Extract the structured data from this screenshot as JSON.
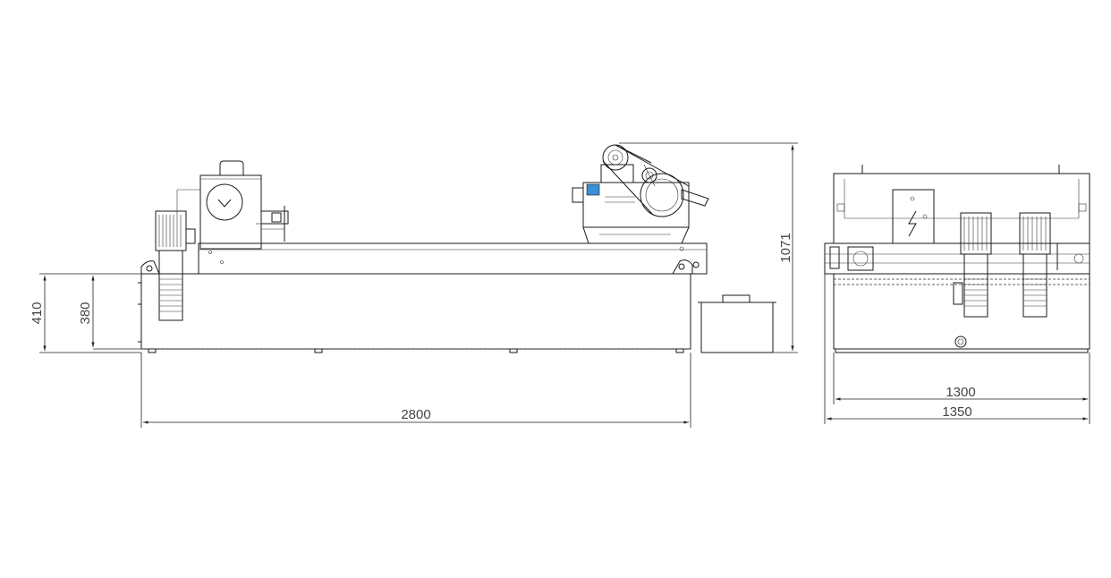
{
  "dimensions": {
    "overall_length": "2800",
    "height_410": "410",
    "height_380": "380",
    "total_height": "1071",
    "width_1300": "1300",
    "width_1350": "1350"
  }
}
